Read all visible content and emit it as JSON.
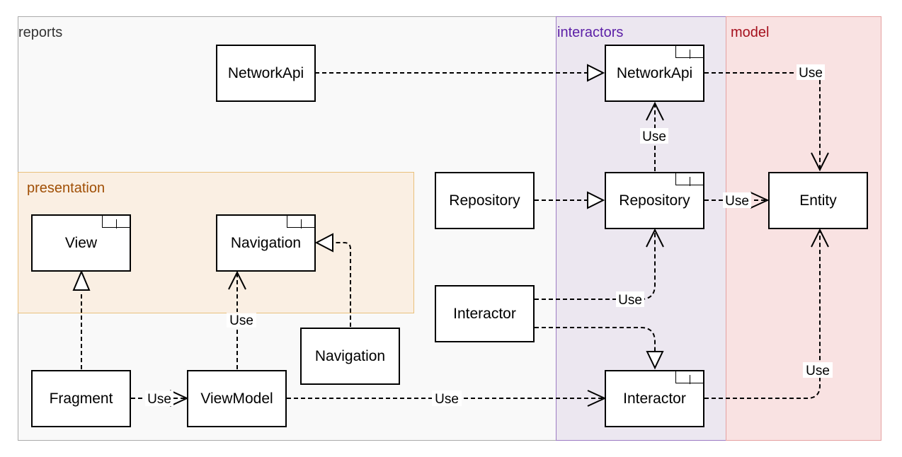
{
  "packages": {
    "reports": {
      "label": "reports",
      "fill": "#f9f9f9",
      "stroke": "#aaaaaa",
      "color": "#333333"
    },
    "interactors": {
      "label": "interactors",
      "fill": "#ece7f0",
      "stroke": "#9d7cc4",
      "color": "#5b1ea6"
    },
    "model": {
      "label": "model",
      "fill": "#f9e2e2",
      "stroke": "#e5a0a0",
      "color": "#a5101d"
    },
    "presentation": {
      "label": "presentation",
      "fill": "#faefe3",
      "stroke": "#e9c07c",
      "color": "#a04f05"
    }
  },
  "nodes": {
    "reports_networkapi": "NetworkApi",
    "reports_repository": "Repository",
    "reports_interactor": "Interactor",
    "view": "View",
    "navigation_iface": "Navigation",
    "navigation_impl": "Navigation",
    "fragment": "Fragment",
    "viewmodel": "ViewModel",
    "interactors_networkapi": "NetworkApi",
    "interactors_repository": "Repository",
    "interactors_interactor": "Interactor",
    "entity": "Entity"
  },
  "edge_labels": {
    "networkapi_to_entity": "Use",
    "repository_to_networkapi": "Use",
    "repository_to_entity": "Use",
    "interactor_to_repository": "Use",
    "viewmodel_to_navigation": "Use",
    "fragment_to_viewmodel": "Use",
    "viewmodel_to_interactor": "Use",
    "interactor_to_entity": "Use"
  }
}
